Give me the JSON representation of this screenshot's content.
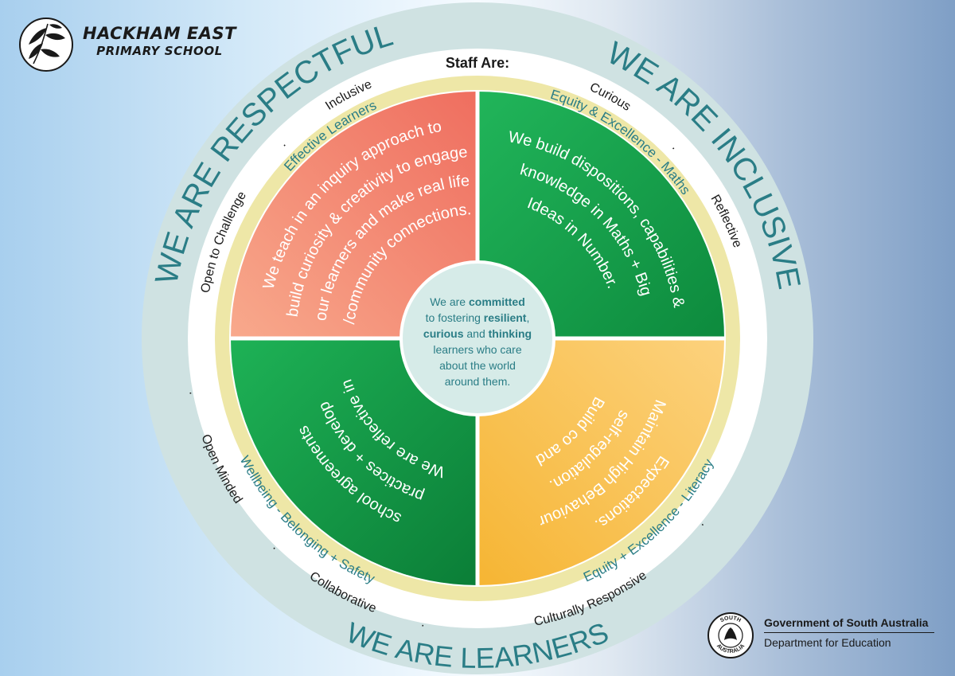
{
  "header": {
    "school_line1": "HACKHAM EAST",
    "school_line2": "PRIMARY SCHOOL"
  },
  "rings": {
    "staff_are": "Staff Are:",
    "we_are_respectful": "WE ARE RESPECTFUL",
    "we_are_inclusive": "WE ARE INCLUSIVE",
    "we_are_learners": "WE ARE LEARNERS"
  },
  "traits": {
    "inclusive": "Inclusive",
    "curious": "Curious",
    "reflective": "Reflective",
    "open_minded": "Open Minded",
    "collaborative": "Collaborative",
    "culturally_responsive": "Culturally Responsive",
    "open_to_challenge": "Open to Challenge",
    "separator": "."
  },
  "themes": {
    "effective_learners": "Effective Learners",
    "equity_maths": "Equity & Excellence - Maths",
    "wellbeing": "Wellbeing - Belonging + Safety",
    "equity_literacy": "Equity + Excellence - Literacy"
  },
  "quadrants": {
    "top_left": [
      "We teach in an inquiry approach to",
      "build curiosity & creativity to engage",
      "our learners and make real life",
      "/community connections."
    ],
    "top_right": [
      "We build dispositions, capabilities &",
      "knowledge in Maths + Big",
      "Ideas in Number."
    ],
    "bottom_left": [
      "We are reflective in",
      "practices + develop",
      "school agreements"
    ],
    "bottom_right": [
      "Build co and",
      "self-regulation.",
      "Maintain High Behaviour",
      "Expectations."
    ]
  },
  "center": {
    "line1": "We are ",
    "line1_bold": "committed",
    "line2": "to fostering ",
    "line2_bold": "resilient",
    "line2_end": ",",
    "line3_bold_a": "curious",
    "line3_mid": " and ",
    "line3_bold_b": "thinking",
    "line4": "learners who care",
    "line5": "about the world",
    "line6": "around them."
  },
  "footer": {
    "government": "Government of South Australia",
    "department": "Department for Education",
    "seal_text_top": "SOUTH",
    "seal_text_bottom": "AUSTRALIA"
  },
  "colors": {
    "teal_text": "#2a7d86",
    "outer_ring": "#cfe2e2",
    "inner_band": "#eee7a7",
    "white_ring": "#ffffff",
    "coral_start": "#f8a98c",
    "coral_end": "#ef6e5f",
    "green_light": "#1eb256",
    "green_dark": "#0d8a3d",
    "orange_start": "#f6b533",
    "orange_end": "#fcd27e",
    "center_fill": "#d6ebe8"
  }
}
